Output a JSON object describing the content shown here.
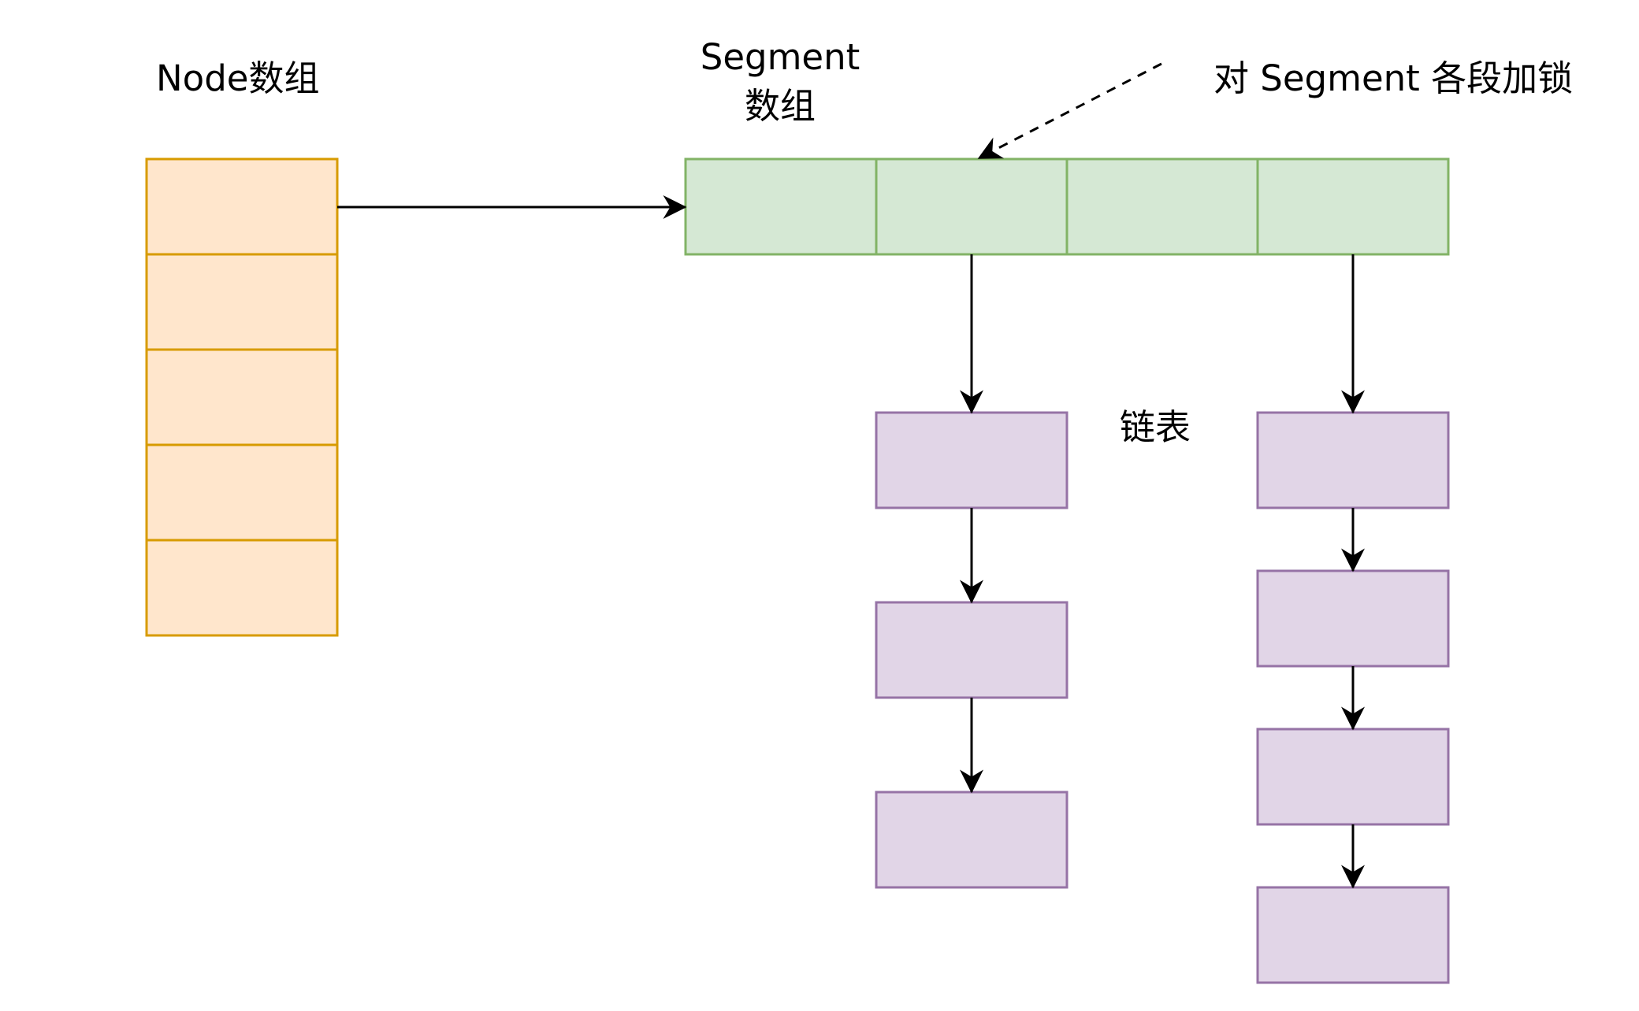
{
  "labels": {
    "node_array": "Node数组",
    "segment_array_line1": "Segment",
    "segment_array_line2": "数组",
    "segment_lock": "对 Segment 各段加锁",
    "linked_list": "链表"
  },
  "colors": {
    "node_fill": "#ffe6cc",
    "node_stroke": "#d79b00",
    "segment_fill": "#d5e8d4",
    "segment_stroke": "#82b366",
    "list_fill": "#e1d5e7",
    "list_stroke": "#9673a6",
    "arrow": "#000000"
  },
  "structure": {
    "node_array_cells": 5,
    "segment_array_cells": 4,
    "linked_lists": [
      {
        "segment_index": 1,
        "nodes": 3
      },
      {
        "segment_index": 3,
        "nodes": 4
      }
    ],
    "lock_arrow_target_segment": 1,
    "lock_arrow_style": "dashed"
  }
}
